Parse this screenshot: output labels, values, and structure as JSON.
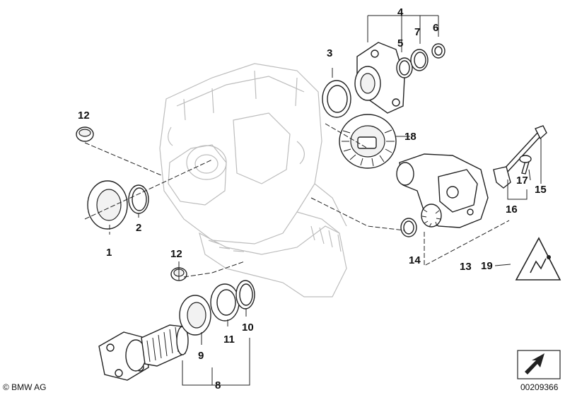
{
  "labels": {
    "l1": "1",
    "l2": "2",
    "l3": "3",
    "l4": "4",
    "l5": "5",
    "l6": "6",
    "l7": "7",
    "l8": "8",
    "l9": "9",
    "l10": "10",
    "l11": "11",
    "l12a": "12",
    "l12b": "12",
    "l13": "13",
    "l14": "14",
    "l15": "15",
    "l16": "16",
    "l17": "17",
    "l18": "18",
    "l19": "19"
  },
  "footer": {
    "brand": "© BMW AG",
    "code": "00209366"
  }
}
